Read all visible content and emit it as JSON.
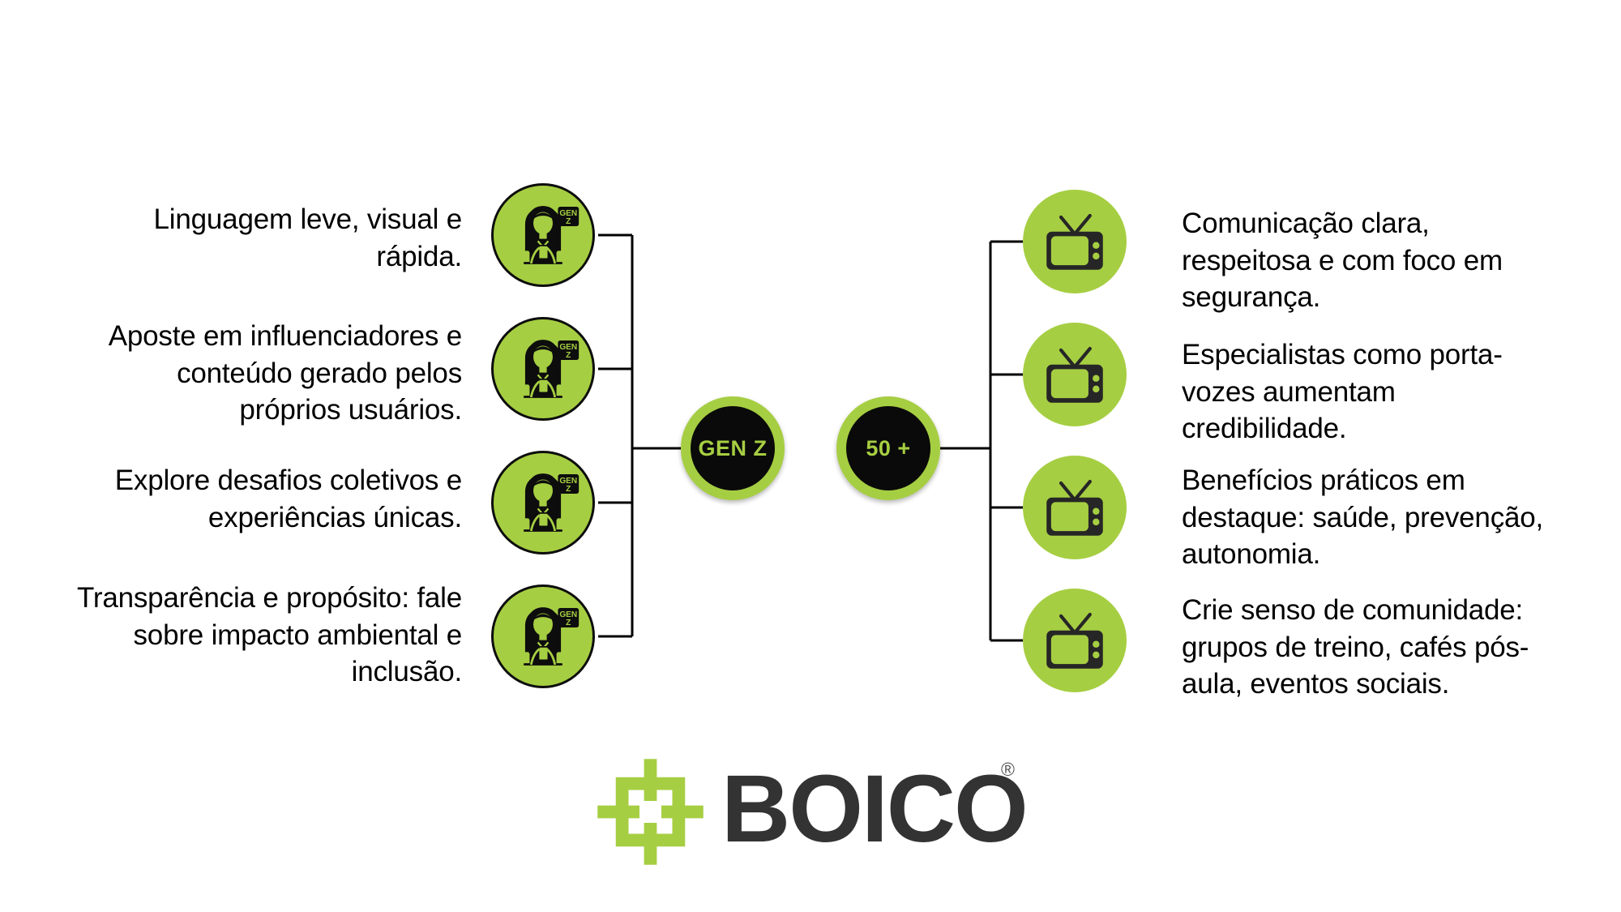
{
  "background_color": "#FFFFFF",
  "accent_green": "#A6CE42",
  "dark": "#1E1E1E",
  "left_branch": {
    "hub_label": "GEN Z",
    "icon_name": "gen-z-person-phone-icon",
    "icon_badge_top": "GEN",
    "icon_badge_bottom": "Z",
    "items": [
      {
        "text": "Linguagem leve, visual e rápida."
      },
      {
        "text": "Aposte em influenciadores e conteúdo gerado pelos próprios usuários."
      },
      {
        "text": "Explore desafios coletivos e experiências únicas."
      },
      {
        "text": "Transparência e propósito: fale sobre impacto ambiental e inclusão."
      }
    ]
  },
  "right_branch": {
    "hub_label": "50 +",
    "icon_name": "retro-television-icon",
    "items": [
      {
        "text": "Comunicação clara, respeitosa e com foco em segurança."
      },
      {
        "text": "Especialistas como porta-vozes aumentam credibilidade."
      },
      {
        "text": "Benefícios práticos em destaque: saúde, prevenção, autonomia."
      },
      {
        "text": "Crie senso de comunidade: grupos de treino, cafés pós-aula, eventos sociais."
      }
    ]
  },
  "logo": {
    "wordmark": "BOICO",
    "trademark": "®",
    "mark_name": "boico-crosshair-mark"
  }
}
